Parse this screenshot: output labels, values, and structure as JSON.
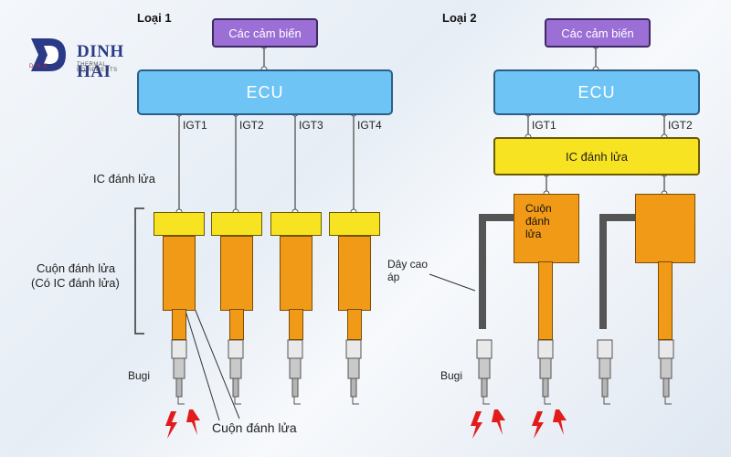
{
  "logo": {
    "monogram": "D.H.E",
    "name": "DINH HAI",
    "tagline": "THERMAL EQUIPMENTS"
  },
  "type1": {
    "title": "Loại 1",
    "sensors": "Các cảm biến",
    "ecu": "ECU",
    "signals": [
      "IGT1",
      "IGT2",
      "IGT3",
      "IGT4"
    ],
    "ic_label": "IC đánh lửa",
    "coil_label": "Cuộn đánh lửa",
    "coil_note": "(Có IC đánh lửa)",
    "plug_label": "Bugi",
    "coil_pointer_label": "Cuộn đánh lửa"
  },
  "type2": {
    "title": "Loại 2",
    "sensors": "Các cảm biến",
    "ecu": "ECU",
    "signals": [
      "IGT1",
      "IGT2"
    ],
    "ic_box": "IC đánh lửa",
    "coil_box": [
      "Cuộn",
      "đánh",
      "lửa"
    ],
    "wire_label": [
      "Dây cao",
      "áp"
    ],
    "plug_label": "Bugi"
  },
  "colors": {
    "sensor": "#9b6fd6",
    "ecu": "#6ec5f5",
    "ic": "#f7e321",
    "coil": "#f19a17",
    "spark": "#e21b1b",
    "wire": "#555555"
  }
}
